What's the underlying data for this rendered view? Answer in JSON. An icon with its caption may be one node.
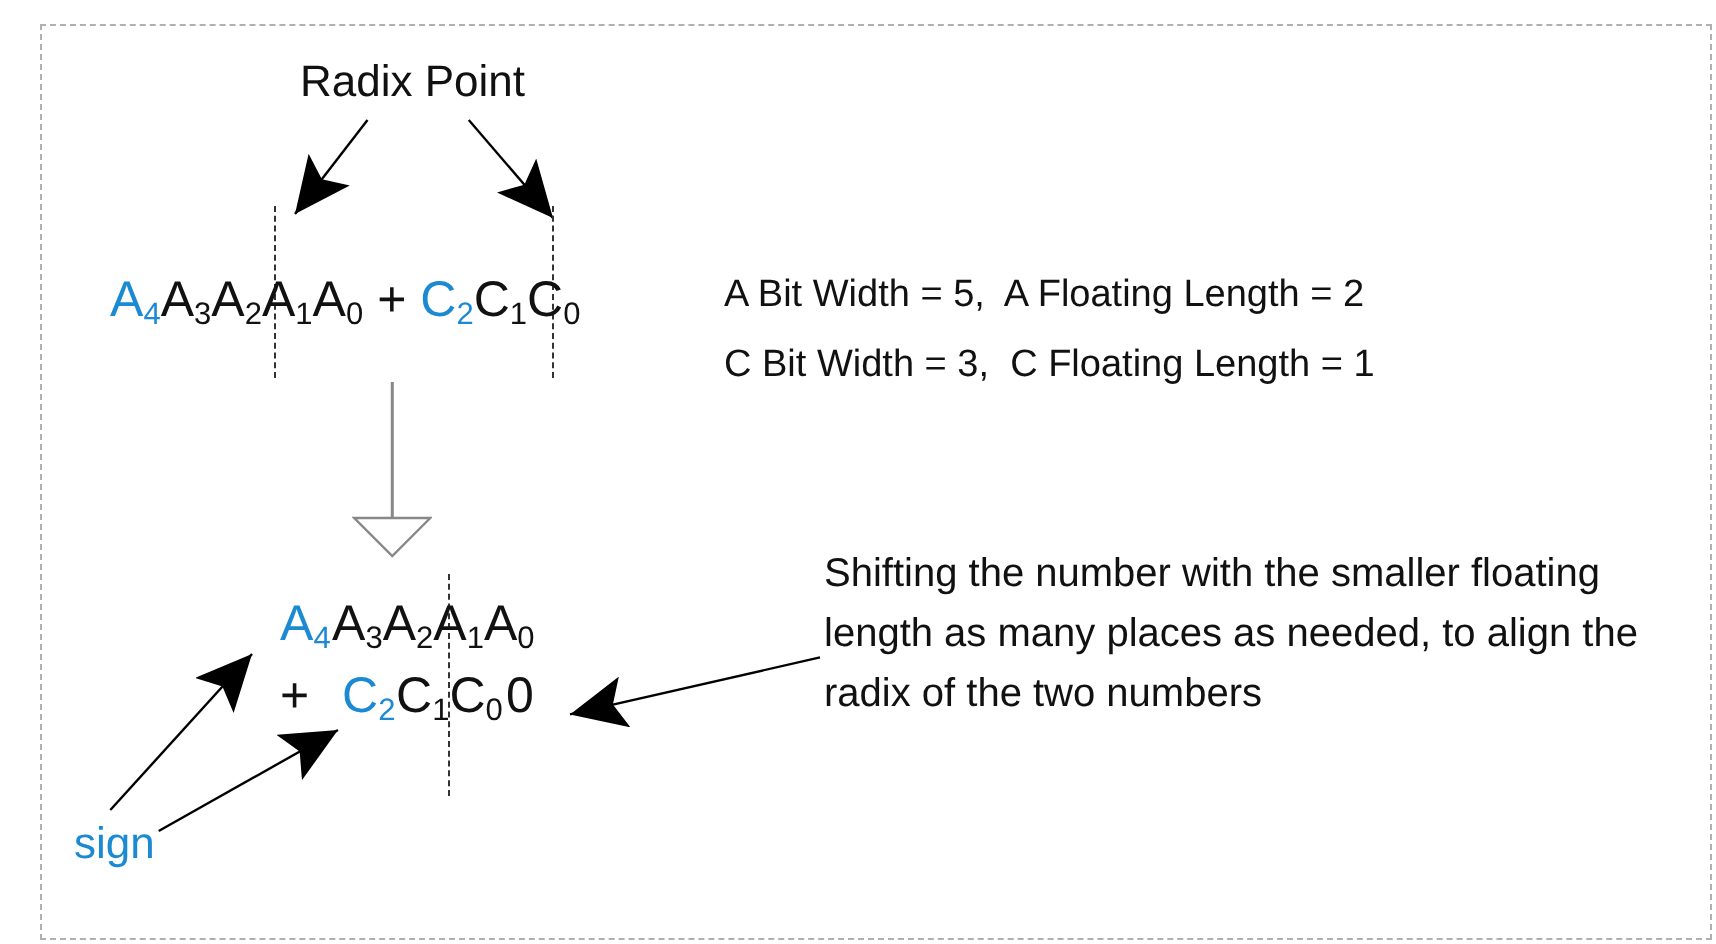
{
  "diagram": {
    "nodes": [
      {
        "text": [
          "Radix Point"
        ]
      },
      {
        "text": [],
        "shape": "line"
      },
      {
        "text": [],
        "shape": "line"
      },
      {
        "text": [
          "A$_{4}$",
          "A$_{3}$A$_{2}$A$_{1}$A$_{0}$",
          "+",
          "C$_{2}$",
          "C$_{1}$C$_{0}$"
        ]
      },
      {
        "text": [
          "A$_{3}$A$_{2}$A$_{1}$A$_{0}$",
          "+",
          "C$_{1}$C$_{0}$",
          "0"
        ]
      },
      {
        "text": [
          "A$_{4}$"
        ],
        "in": 4
      },
      {
        "text": [
          "C$_{2}$"
        ],
        "in": 4
      },
      {
        "text": [
          "Shifting the number with the smaller floating length as many places as needed, to align the radix of the two numbers"
        ]
      },
      {
        "text": [
          "sign"
        ]
      }
    ],
    "edges": [
      {
        "from": 0,
        "to": 1,
        "arrow": "to"
      },
      {
        "from": 0,
        "to": 2,
        "arrow": "to"
      },
      {
        "from": 3,
        "to": 4,
        "arrow": "to",
        "color": "#888888"
      },
      {
        "from": 7,
        "to": 4,
        "arrow": "to"
      },
      {
        "from": 8,
        "to": 5,
        "arrow": "to"
      },
      {
        "from": 8,
        "to": 6,
        "arrow": "to"
      }
    ],
    "labels": [
      "A Bit Width = 5,  A Floating Length = 2",
      "C Bit Width = 3,  C Floating Length = 1"
    ]
  }
}
